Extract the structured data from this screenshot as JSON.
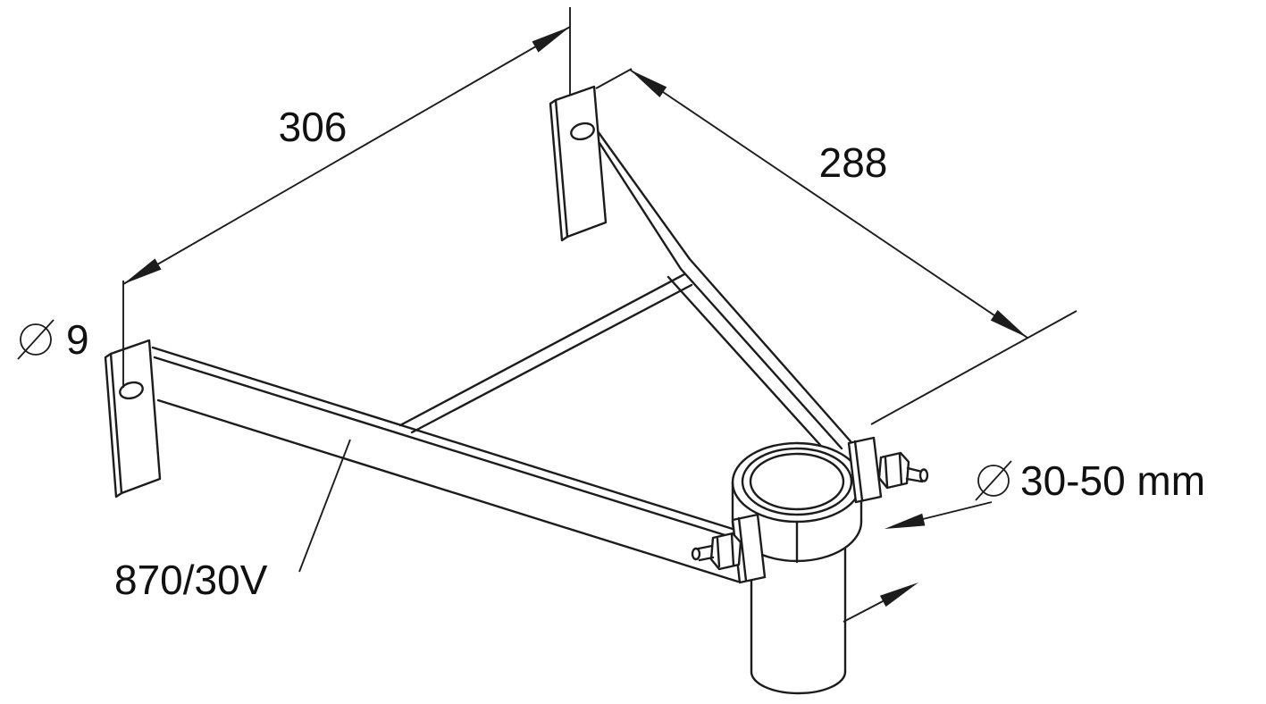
{
  "drawing": {
    "line_color": "#1c1c1c",
    "background": "#ffffff",
    "dimensions": {
      "wall_span": "306",
      "reach": "288"
    },
    "labels": {
      "hole_diameter": "9",
      "pipe_diameter_range": "30-50 mm",
      "model": "870/30V"
    }
  }
}
